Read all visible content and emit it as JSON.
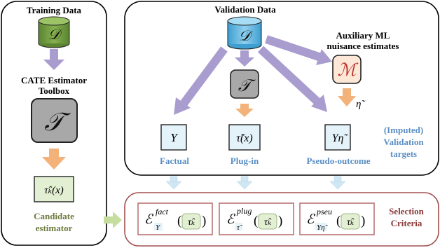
{
  "left_panel": {
    "training_title": "Training Data",
    "data_symbol": "𝒟",
    "toolbox_title_line1": "CATE Estimator",
    "toolbox_title_line2": "Toolbox",
    "toolbox_symbol": "𝒯",
    "candidate_symbol": "τ̂ₖ(x)",
    "candidate_label_line1": "Candidate",
    "candidate_label_line2": "estimator"
  },
  "validation_panel": {
    "title": "Validation Data",
    "data_symbol": "𝒟",
    "aux_title_line1": "Auxiliary ML",
    "aux_title_line2": "nuisance estimates",
    "aux_symbol": "ℳ",
    "eta_label": "η̃",
    "toolbox_symbol": "𝒯",
    "targets": [
      {
        "symbol": "Y",
        "label": "Factual"
      },
      {
        "symbol": "τ̃(x)",
        "label": "Plug-in"
      },
      {
        "symbol": "Yη̃",
        "label": "Pseudo-outcome"
      }
    ],
    "side_label_line1": "(Imputed)",
    "side_label_line2": "Validation",
    "side_label_line3": "targets"
  },
  "selection_panel": {
    "criteria": [
      {
        "main": "ℰ",
        "sup": "fact",
        "sub": "Y",
        "arg": "τ̂ₖ"
      },
      {
        "main": "ℰ",
        "sup": "plug",
        "sub": "τ̃",
        "arg": "τ̂ₖ"
      },
      {
        "main": "ℰ",
        "sup": "pseu",
        "sub": "Yη̃",
        "arg": "τ̂ₖ"
      }
    ],
    "label_line1": "Selection",
    "label_line2": "Criteria"
  },
  "colors": {
    "data_green": "#6f9a3c",
    "data_blue": "#5ab4e0",
    "arrow_purple": "#a99ccf",
    "arrow_orange": "#f2b27a",
    "arrow_lightblue": "#cfe6f3",
    "arrow_lightgreen": "#c5dea0",
    "box_green": "#e2efd2",
    "box_blue": "#e4f2fa",
    "box_peach": "#fde7d6",
    "box_gray": "#a8a8a8",
    "label_blue": "#5b8fc4",
    "label_olive": "#6d7a3e",
    "label_maroon": "#8b3a3a",
    "maroon_border": "#a05050"
  }
}
